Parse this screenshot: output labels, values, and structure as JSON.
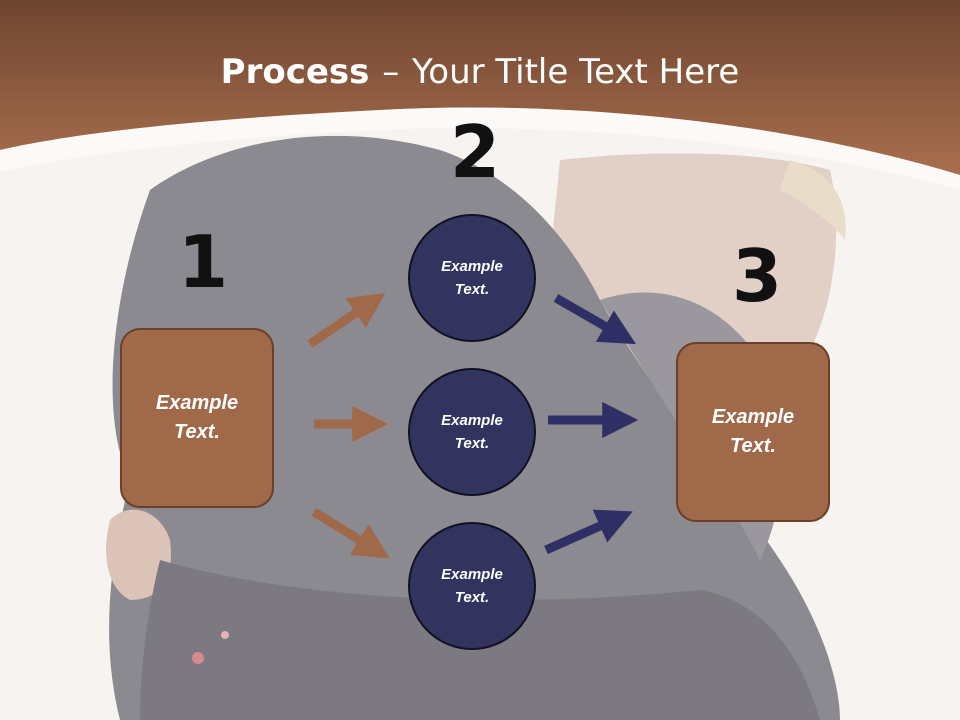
{
  "title": {
    "bold": "Process",
    "separator": "–",
    "rest": "Your Title Text Here"
  },
  "steps": [
    {
      "number": "1",
      "label": "Example\nText."
    },
    {
      "number": "2",
      "label": "Example\nText."
    },
    {
      "number": "3",
      "label": "Example\nText."
    }
  ],
  "circles": [
    {
      "label": "Example\nText."
    },
    {
      "label": "Example\nText."
    },
    {
      "label": "Example\nText."
    }
  ],
  "colors": {
    "header_brown": "#a0694a",
    "box_brown": "#a0694a",
    "circle_navy": "#33335f",
    "arrow_brown": "#a0694a",
    "arrow_navy": "#2f2f66"
  }
}
